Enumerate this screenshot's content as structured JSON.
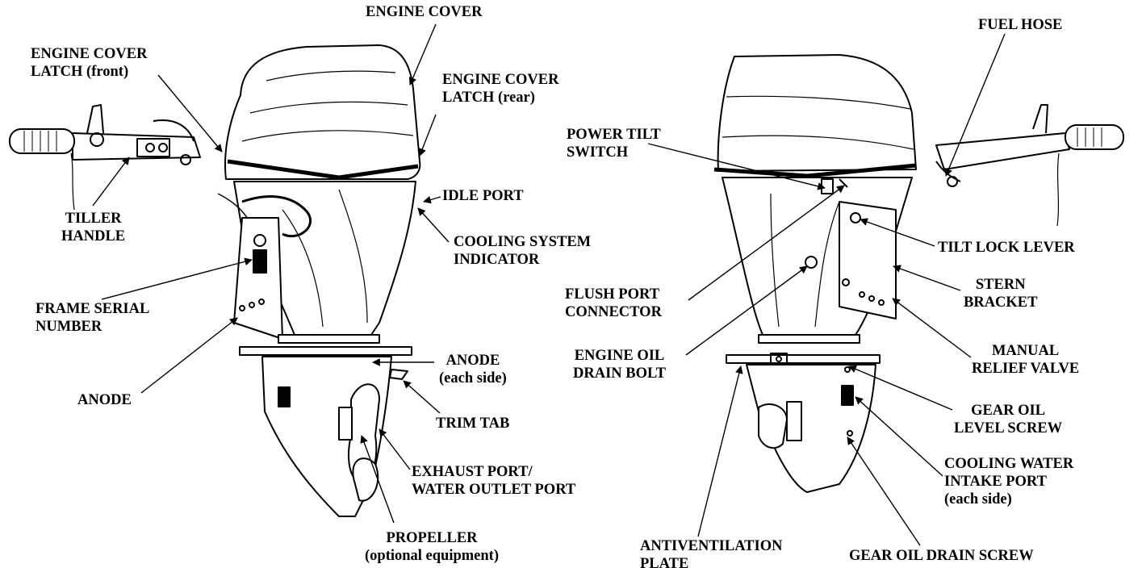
{
  "colors": {
    "ink": "#000000",
    "paper": "#ffffff"
  },
  "labels": {
    "engine_cover": [
      "ENGINE COVER"
    ],
    "engine_cover_latch_front": [
      "ENGINE COVER",
      "LATCH (front)"
    ],
    "engine_cover_latch_rear": [
      "ENGINE COVER",
      "LATCH (rear)"
    ],
    "tiller_handle": [
      "TILLER",
      "HANDLE"
    ],
    "idle_port": [
      "IDLE PORT"
    ],
    "cooling_system_indicator": [
      "COOLING SYSTEM",
      "INDICATOR"
    ],
    "frame_serial_number": [
      "FRAME SERIAL",
      "NUMBER"
    ],
    "anode": [
      "ANODE"
    ],
    "anode_each_side": [
      "ANODE",
      "(each side)"
    ],
    "trim_tab": [
      "TRIM TAB"
    ],
    "exhaust_port": [
      "EXHAUST PORT/",
      "WATER OUTLET PORT"
    ],
    "propeller": [
      "PROPELLER",
      "(optional equipment)"
    ],
    "fuel_hose": [
      "FUEL HOSE"
    ],
    "power_tilt_switch": [
      "POWER TILT",
      "SWITCH"
    ],
    "tilt_lock_lever": [
      "TILT LOCK LEVER"
    ],
    "flush_port_connector": [
      "FLUSH PORT",
      "CONNECTOR"
    ],
    "stern_bracket": [
      "STERN",
      "BRACKET"
    ],
    "engine_oil_drain_bolt": [
      "ENGINE OIL",
      "DRAIN BOLT"
    ],
    "manual_relief_valve": [
      "MANUAL",
      "RELIEF VALVE"
    ],
    "gear_oil_level_screw": [
      "GEAR OIL",
      "LEVEL SCREW"
    ],
    "cooling_water_intake_port": [
      "COOLING WATER",
      "INTAKE PORT",
      "(each side)"
    ],
    "antiventilation_plate": [
      "ANTIVENTILATION",
      "PLATE"
    ],
    "gear_oil_drain_screw": [
      "GEAR OIL DRAIN SCREW"
    ]
  }
}
